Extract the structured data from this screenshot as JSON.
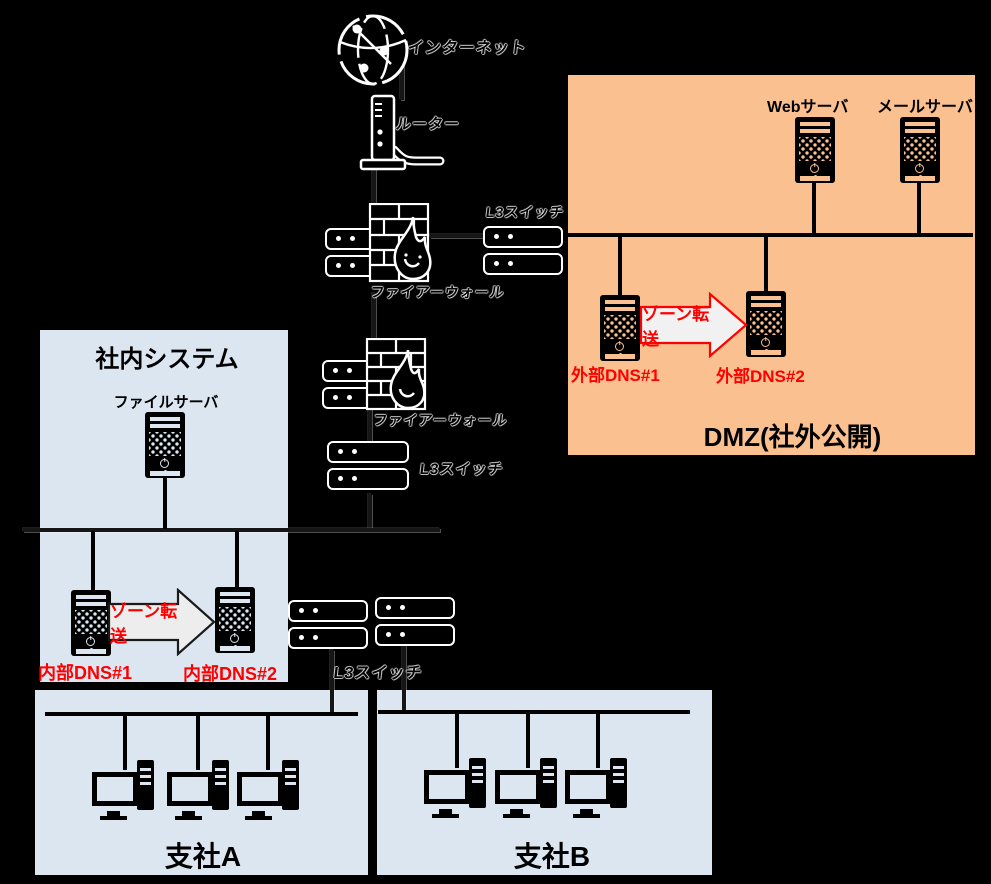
{
  "colors": {
    "background": "#000000",
    "dmz_fill": "#FAC090",
    "lan_fill": "#DCE6F1",
    "label_red": "#FF0000",
    "arrow_fill": "#F1F1F1",
    "arrow_border_dmz": "#FF0000",
    "arrow_border_lan": "#1A1A1A"
  },
  "internet": {
    "label": "インターネット"
  },
  "router": {
    "label": "ルーター"
  },
  "firewall_top": {
    "label": "ファイアーウォール"
  },
  "firewall_mid": {
    "label": "ファイアーウォール"
  },
  "switch_top": {
    "label": "L3スイッチ"
  },
  "switch_mid": {
    "label": "L3スイッチ"
  },
  "switch_bottom": {
    "label": "L3スイッチ"
  },
  "dmz": {
    "title": "DMZ(社外公開)",
    "web_server_label": "Webサーバ",
    "mail_server_label": "メールサーバ",
    "external_dns1_label": "外部DNS#1",
    "external_dns2_label": "外部DNS#2",
    "zone_transfer_label": "ゾーン転送"
  },
  "lan": {
    "title": "社内システム",
    "file_server_label": "ファイルサーバ",
    "internal_dns1_label": "内部DNS#1",
    "internal_dns2_label": "内部DNS#2",
    "zone_transfer_label": "ゾーン転送"
  },
  "branch_a": {
    "title": "支社A"
  },
  "branch_b": {
    "title": "支社B"
  }
}
